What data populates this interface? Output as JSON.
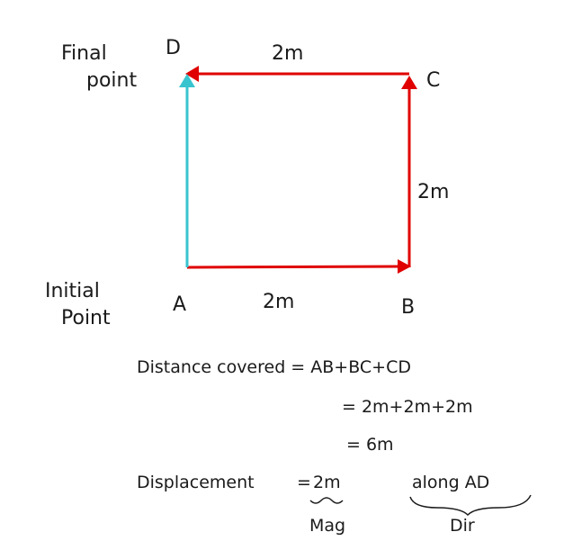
{
  "diagram": {
    "labels": {
      "final_point": [
        "Final",
        "point"
      ],
      "initial_point": [
        "Initial",
        "Point"
      ],
      "A": "A",
      "B": "B",
      "C": "C",
      "D": "D"
    },
    "lengths": {
      "AB": "2m",
      "BC": "2m",
      "CD": "2m"
    },
    "colors": {
      "path": "#e00000",
      "displacement": "#38c4cf",
      "ink": "#1a1a1a"
    }
  },
  "work": {
    "distance_line": "Distance covered = AB+BC+CD",
    "distance_step1": "= 2m+2m+2m",
    "distance_step2": "= 6m",
    "displacement_label": "Displacement",
    "displacement_eq": "=",
    "displacement_mag": "2m",
    "displacement_dir": "along AD",
    "mag_note": "Mag",
    "dir_note": "Dir"
  }
}
